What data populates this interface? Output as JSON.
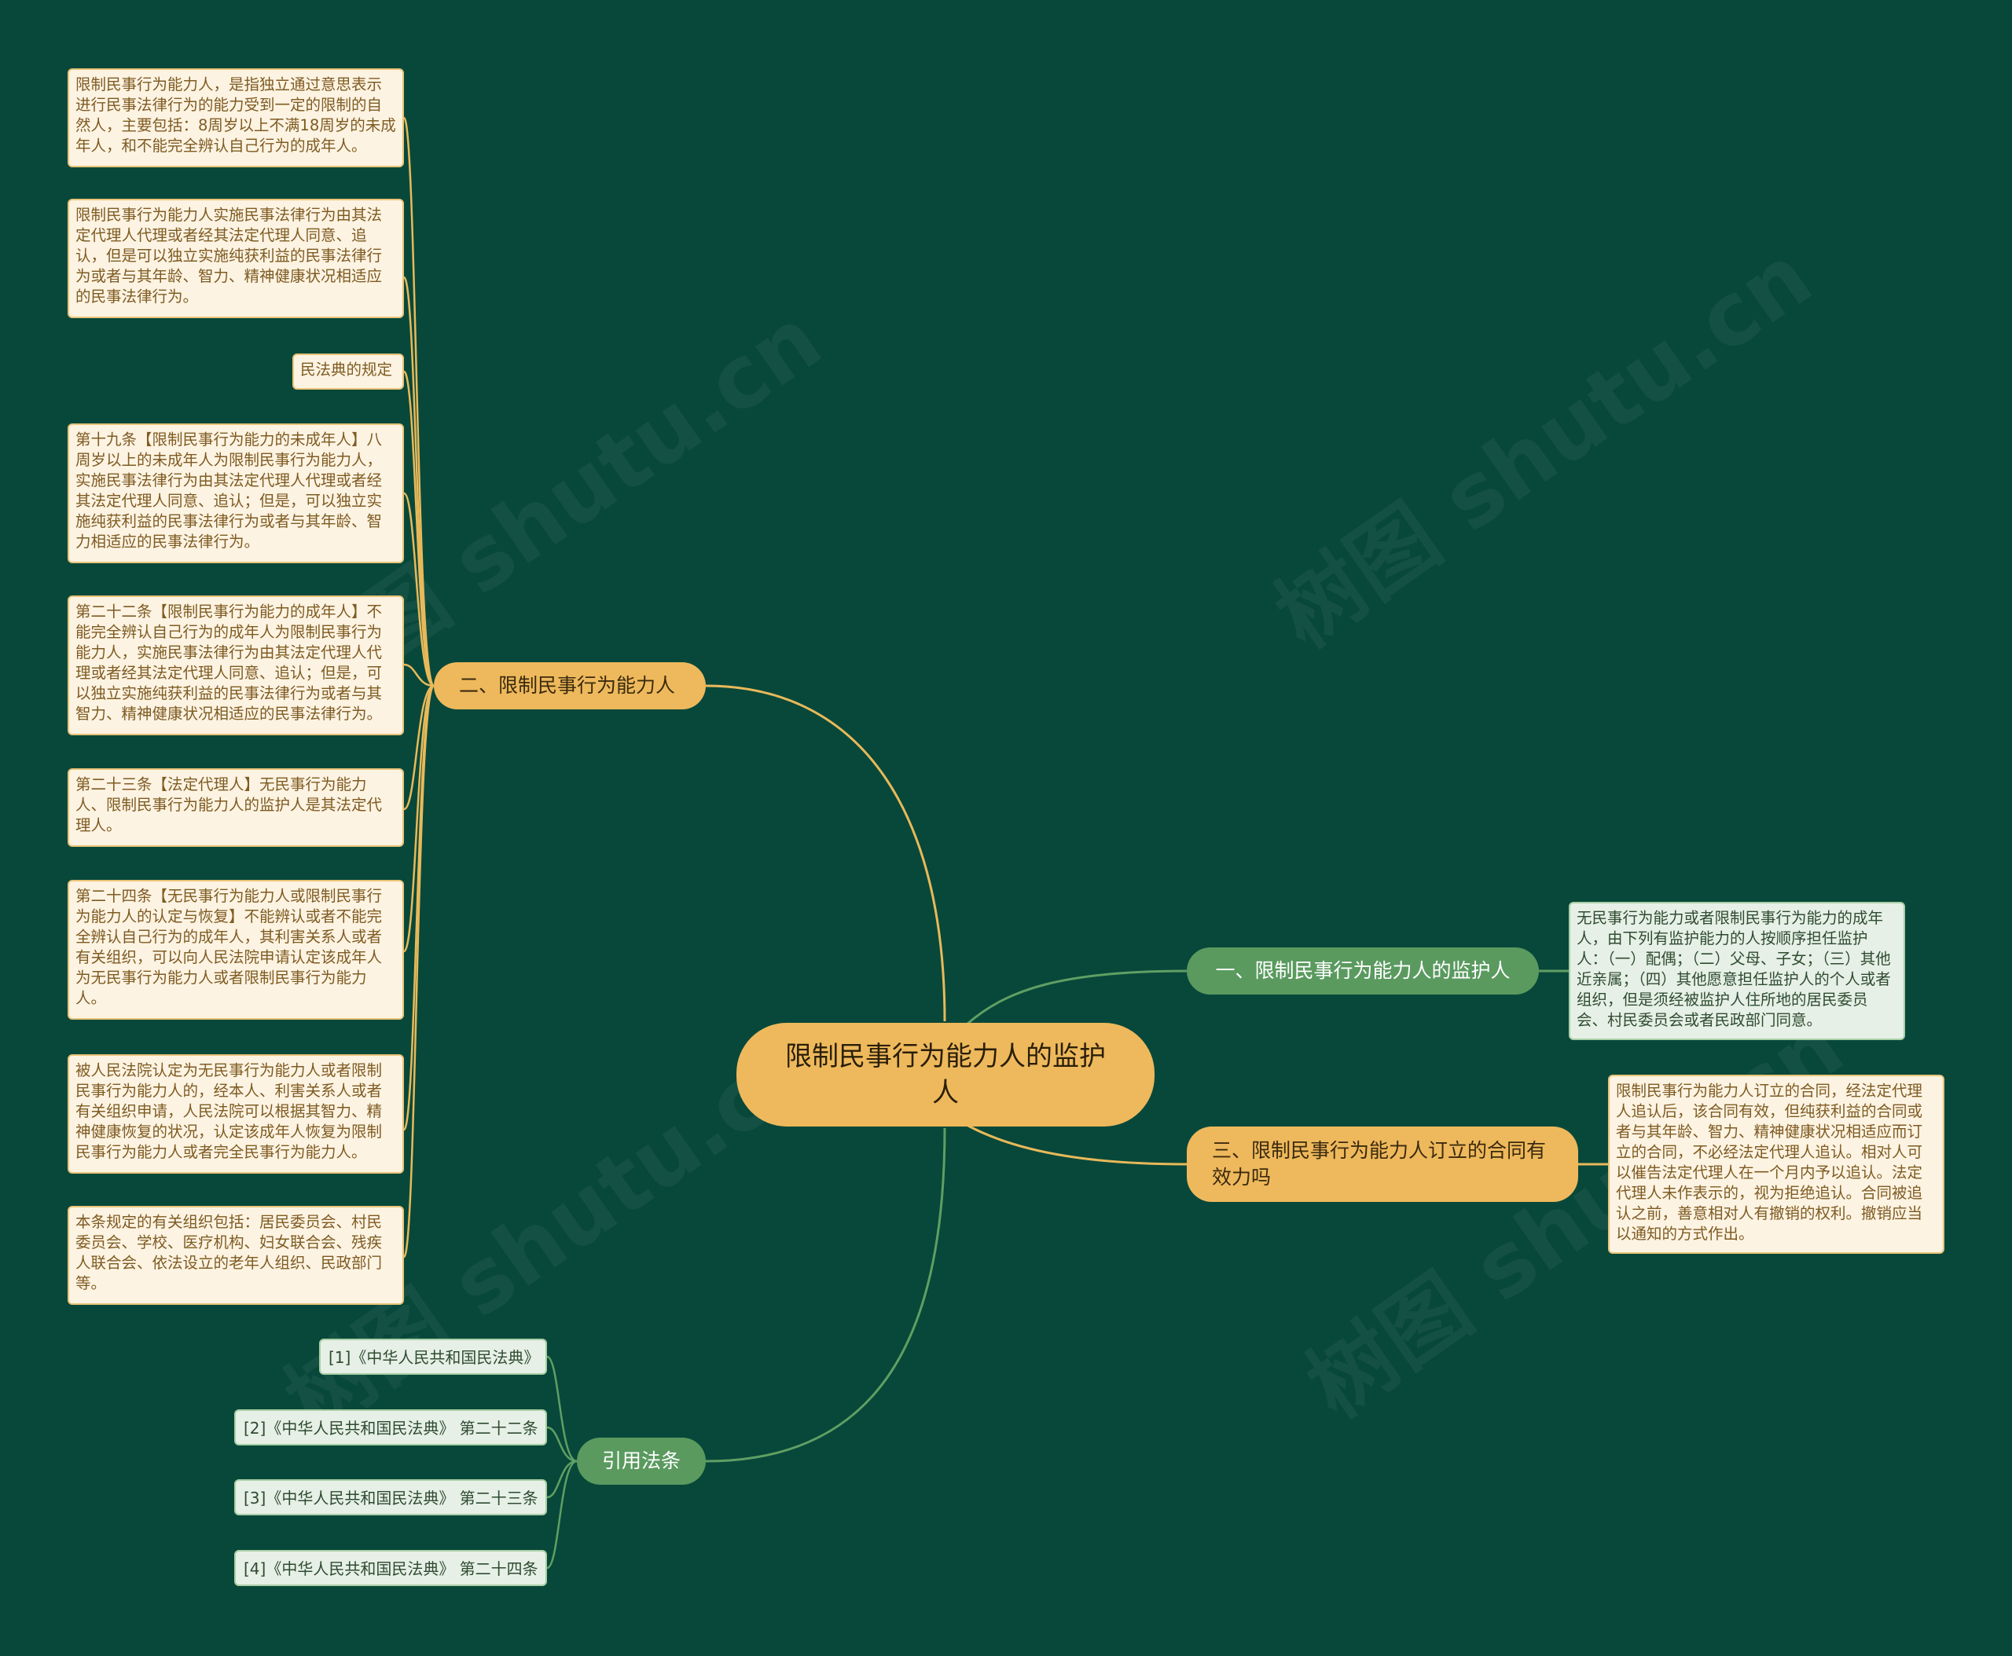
{
  "root": {
    "title": "限制民事行为能力人的监护人"
  },
  "branches": {
    "b2": {
      "label": "二、限制民事行为能力人",
      "leaves": [
        "限制民事行为能力人，是指独立通过意思表示进行民事法律行为的能力受到一定的限制的自然人，主要包括：8周岁以上不满18周岁的未成年人，和不能完全辨认自己行为的成年人。",
        "限制民事行为能力人实施民事法律行为由其法定代理人代理或者经其法定代理人同意、追认，但是可以独立实施纯获利益的民事法律行为或者与其年龄、智力、精神健康状况相适应的民事法律行为。",
        "民法典的规定",
        "第十九条【限制民事行为能力的未成年人】八周岁以上的未成年人为限制民事行为能力人，实施民事法律行为由其法定代理人代理或者经其法定代理人同意、追认；但是，可以独立实施纯获利益的民事法律行为或者与其年龄、智力相适应的民事法律行为。",
        "第二十二条【限制民事行为能力的成年人】不能完全辨认自己行为的成年人为限制民事行为能力人，实施民事法律行为由其法定代理人代理或者经其法定代理人同意、追认；但是，可以独立实施纯获利益的民事法律行为或者与其智力、精神健康状况相适应的民事法律行为。",
        "第二十三条【法定代理人】无民事行为能力人、限制民事行为能力人的监护人是其法定代理人。",
        "第二十四条【无民事行为能力人或限制民事行为能力人的认定与恢复】不能辨认或者不能完全辨认自己行为的成年人，其利害关系人或者有关组织，可以向人民法院申请认定该成年人为无民事行为能力人或者限制民事行为能力人。",
        "被人民法院认定为无民事行为能力人或者限制民事行为能力人的，经本人、利害关系人或者有关组织申请，人民法院可以根据其智力、精神健康恢复的状况，认定该成年人恢复为限制民事行为能力人或者完全民事行为能力人。",
        "本条规定的有关组织包括：居民委员会、村民委员会、学校、医疗机构、妇女联合会、残疾人联合会、依法设立的老年人组织、民政部门等。"
      ]
    },
    "b1": {
      "label": "一、限制民事行为能力人的监护人",
      "leaf": "无民事行为能力或者限制民事行为能力的成年人，由下列有监护能力的人按顺序担任监护人：（一）配偶；（二）父母、子女；（三）其他近亲属；（四）其他愿意担任监护人的个人或者组织，但是须经被监护人住所地的居民委员会、村民委员会或者民政部门同意。"
    },
    "b3": {
      "label": "三、限制民事行为能力人订立的合同有效力吗",
      "leaf": "限制民事行为能力人订立的合同，经法定代理人追认后，该合同有效，但纯获利益的合同或者与其年龄、智力、精神健康状况相适应而订立的合同，不必经法定代理人追认。相对人可以催告法定代理人在一个月内予以追认。法定代理人未作表示的，视为拒绝追认。合同被追认之前，善意相对人有撤销的权利。撤销应当以通知的方式作出。"
    },
    "refs": {
      "label": "引用法条",
      "items": [
        "[1]《中华人民共和国民法典》",
        "[2]《中华人民共和国民法典》 第二十二条",
        "[3]《中华人民共和国民法典》 第二十三条",
        "[4]《中华人民共和国民法典》 第二十四条"
      ]
    }
  },
  "colors": {
    "background": "#08483a",
    "yellow_line": "#e8b95a",
    "green_line": "#5f9f63"
  }
}
